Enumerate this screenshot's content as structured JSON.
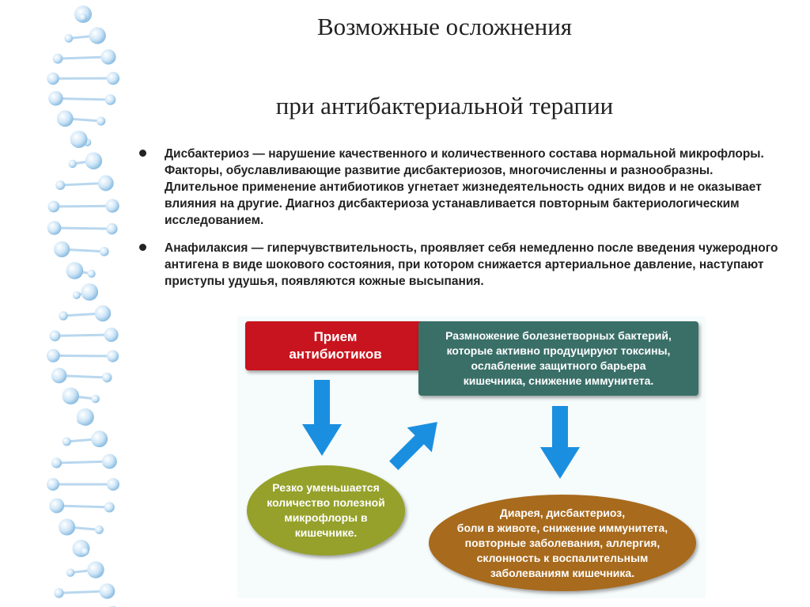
{
  "title": {
    "line1": "Возможные осложнения",
    "line2": "при антибактериальной терапии"
  },
  "bullets": [
    {
      "text": "Дисбактериоз — нарушение качественного и количественного состава нормальной микрофлоры. Факторы, обуславливающие развитие дисбактериозов, многочисленны и разнообразны. Длительное применение антибиотиков угнетает жизнедеятельность одних видов и не оказывает влияния на другие. Диагноз дисбактериоза устанавливается повторным бактериологическим исследованием."
    },
    {
      "text": "Анафилаксия — гиперчувствительность, проявляет себя немедленно после введения чужеродного антигена в виде шокового состояния, при котором снижается артериальное давление, наступают приступы удушья, появляются кожные высыпания."
    }
  ],
  "diagram": {
    "box1": "Прием\nантибиотиков",
    "box2": "Размножение болезнетворных бактерий,\nкоторые активно продуцируют токсины,\nослабление защитного барьера\nкишечника, снижение иммунитета.",
    "ellipse1": "Резко уменьшается\nколичество полезной\nмикрофлоры в\nкишечнике.",
    "ellipse2": "Диарея, дисбактериоз,\nболи в животе, снижение иммунитета,\nповторные заболевания, аллергия,\nсклонность к воспалительным\nзаболеваниям кишечника."
  },
  "colors": {
    "box1": "#c8141e",
    "box2": "#3a6f68",
    "ellipse1": "#95a12a",
    "ellipse2": "#a86a1c",
    "arrow": "#1a8fe0"
  },
  "icons": {
    "decoration": "dna-molecule-icon",
    "flow": "arrow-icon"
  }
}
